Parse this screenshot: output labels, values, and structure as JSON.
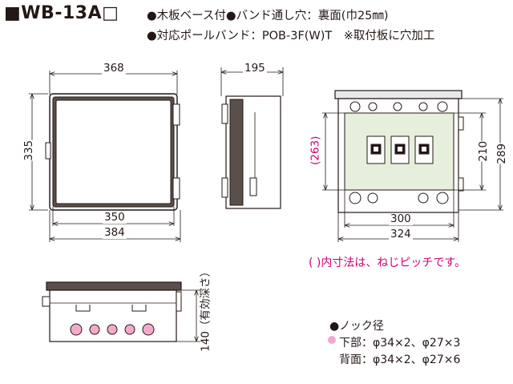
{
  "header": {
    "model": "■WB-13A□",
    "spec_line1": "●木板ベース付●バンド通し穴：裏面(巾25㎜)",
    "spec_line2": "●対応ポールバンド：POB-3F(W)T　※取付板に穴加工"
  },
  "front_view": {
    "width_top": "368",
    "height_left": "335",
    "inner_width": "350",
    "outer_width": "384"
  },
  "side_view": {
    "depth": "195"
  },
  "inside_view": {
    "inner_height": "(263)",
    "h1": "210",
    "h2": "289",
    "w1": "300",
    "w2": "324"
  },
  "bottom_view": {
    "depth_label": "140（有効深さ）"
  },
  "notes": {
    "pitch_note": "( )内寸法は、ねじピッチです。",
    "knock_title": "●ノック径",
    "knock_bottom": "下部：φ34×2、φ27×3",
    "knock_back": "背面：φ34×2、φ27×6"
  },
  "colors": {
    "mounting_plate": "#e6efdc",
    "knockout_pink": "#f4a9cc",
    "note_magenta": "#d0006f"
  }
}
